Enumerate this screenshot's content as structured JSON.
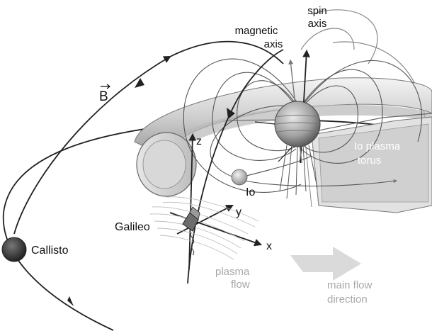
{
  "labels": {
    "spin_axis_line1": "spin",
    "spin_axis_line2": "axis",
    "magnetic_axis_line1": "magnetic",
    "magnetic_axis_line2": "axis",
    "b_field": "B",
    "z_axis": "z",
    "y_axis": "y",
    "x_axis": "x",
    "io": "Io",
    "torus_line1": "Io plasma",
    "torus_line2": "torus",
    "galileo": "Galileo",
    "callisto": "Callisto",
    "plasma_flow_line1": "plasma",
    "plasma_flow_line2": "flow",
    "main_flow_line1": "main flow",
    "main_flow_line2": "direction"
  },
  "colors": {
    "line": "#222222",
    "field_line_grey": "#888888",
    "torus_fill": "#cfcfcf",
    "flow_text": "#a8a8a8",
    "background": "#ffffff"
  }
}
